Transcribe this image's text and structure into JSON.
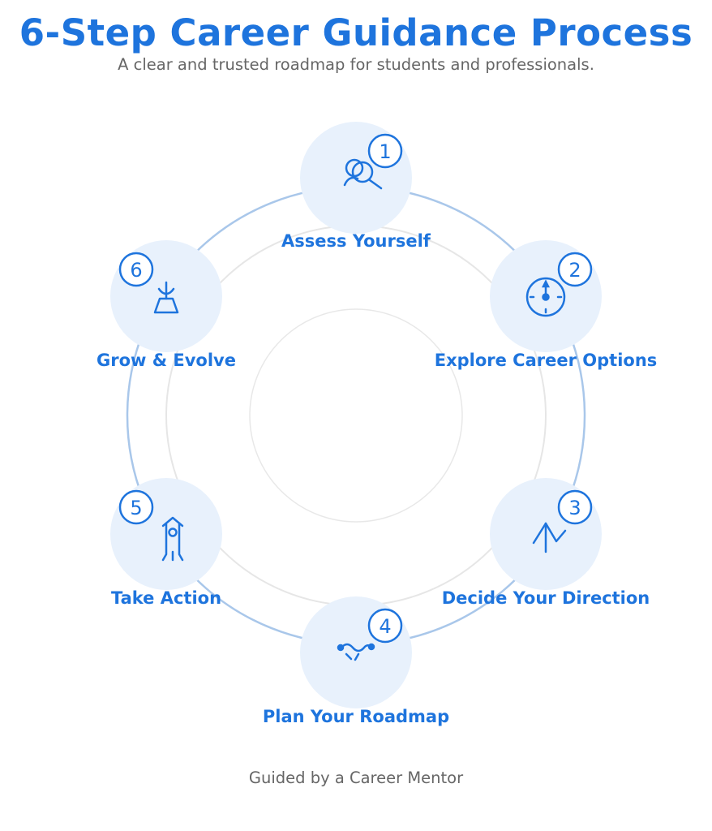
{
  "header": {
    "title": "6-Step Career Guidance Process",
    "subtitle": "A clear and trusted roadmap for students and professionals."
  },
  "footer": {
    "text": "Guided by a Career Mentor"
  },
  "colors": {
    "accent": "#1e74dd",
    "node_fill": "#e8f1fc",
    "outer_ring": "#a9c7ea",
    "inner_ring": "#e6e6e6",
    "subtitle_text": "#666666"
  },
  "steps": [
    {
      "number": "1",
      "label": "Assess Yourself",
      "icon": "people-search-icon"
    },
    {
      "number": "2",
      "label": "Explore Career Options",
      "icon": "clock-icon"
    },
    {
      "number": "3",
      "label": "Decide Your Direction",
      "icon": "arrow-up-branch-icon"
    },
    {
      "number": "4",
      "label": "Plan Your Roadmap",
      "icon": "path-route-icon"
    },
    {
      "number": "5",
      "label": "Take Action",
      "icon": "rocket-icon"
    },
    {
      "number": "6",
      "label": "Grow & Evolve",
      "icon": "plant-pot-icon"
    }
  ]
}
